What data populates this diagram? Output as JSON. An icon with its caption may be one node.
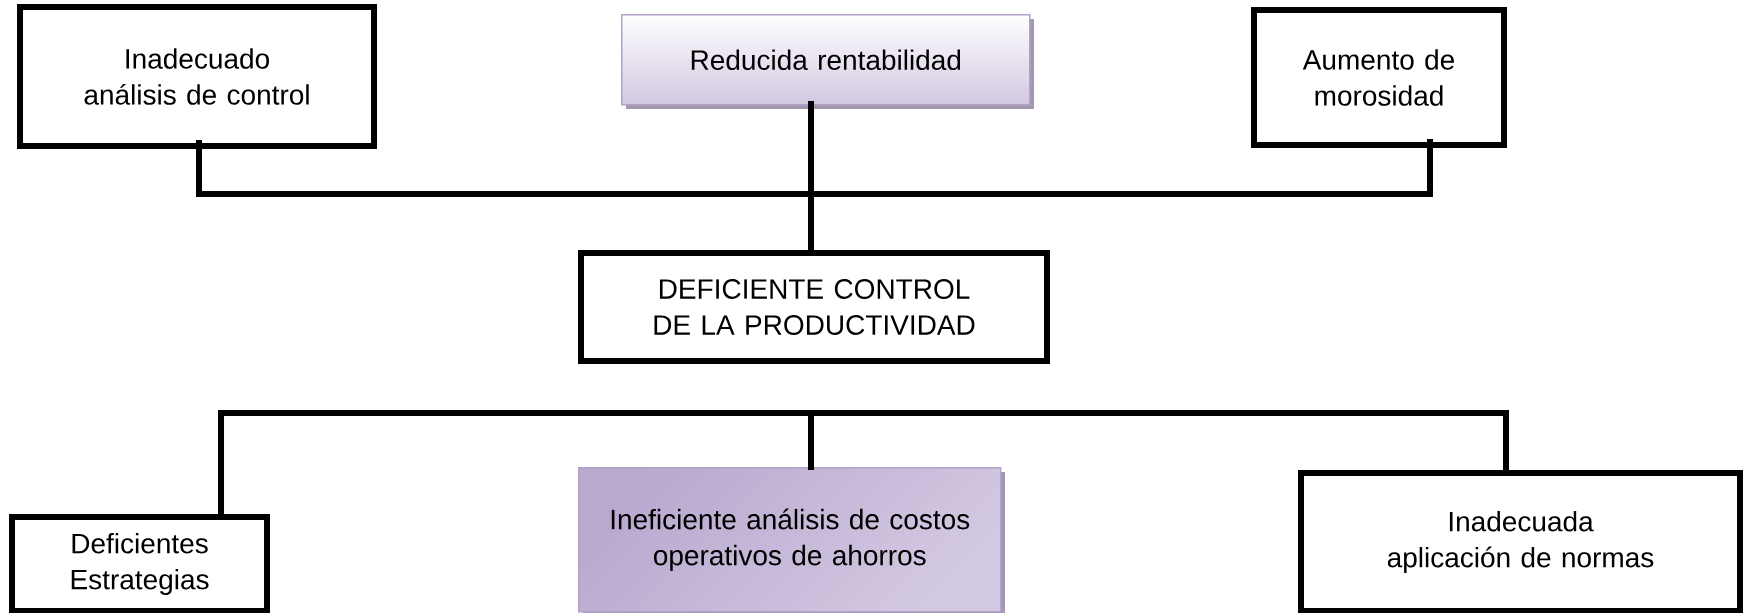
{
  "diagram": {
    "nodes": [
      {
        "text": [
          "Inadecuado análisis de control"
        ]
      },
      {
        "text": [
          "Reducida rentabilidad"
        ]
      },
      {
        "text": [
          "Aumento de morosidad"
        ]
      },
      {
        "text": [
          "DEFICIENTE  CONTROL DE LA PRODUCTIVIDAD"
        ]
      },
      {
        "text": [
          "Deficientes Estrategias"
        ]
      },
      {
        "text": [
          "Ineficiente análisis de costos operativos de ahorros"
        ]
      },
      {
        "text": [
          "Inadecuada aplicación de normas"
        ]
      }
    ],
    "edges": [
      {
        "from": 0,
        "to": 3,
        "arrow": "none"
      },
      {
        "from": 1,
        "to": 3,
        "arrow": "none"
      },
      {
        "from": 2,
        "to": 3,
        "arrow": "none"
      },
      {
        "from": 5,
        "to": 4,
        "arrow": "none"
      },
      {
        "from": 5,
        "to": 6,
        "arrow": "none"
      }
    ]
  }
}
